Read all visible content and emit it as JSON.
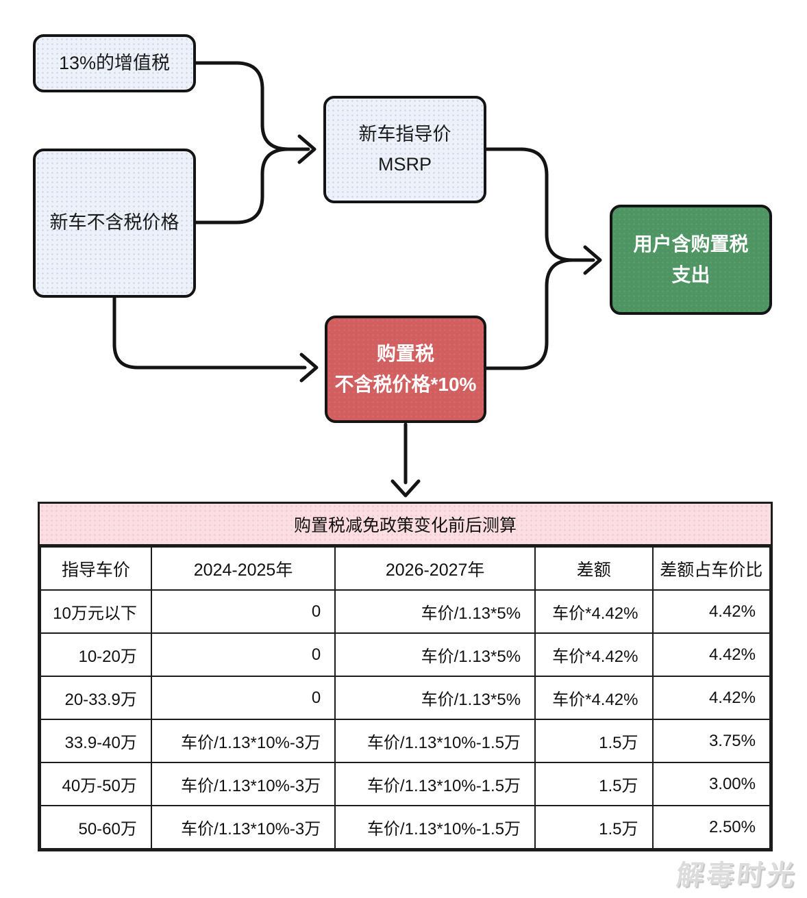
{
  "flow": {
    "vat_box": "13%的增值税",
    "pretax_box": "新车不含税价格",
    "msrp_box": {
      "line1": "新车指导价",
      "line2": "MSRP"
    },
    "tax_box": {
      "line1": "购置税",
      "line2": "不含税价格*10%"
    },
    "total_box": {
      "line1": "用户含购置税",
      "line2": "支出"
    }
  },
  "table": {
    "title": "购置税减免政策变化前后测算",
    "columns": [
      "指导车价",
      "2024-2025年",
      "2026-2027年",
      "差额",
      "差额占车价比"
    ],
    "rows": [
      [
        "10万元以下",
        "0",
        "车价/1.13*5%",
        "车价*4.42%",
        "4.42%"
      ],
      [
        "10-20万",
        "0",
        "车价/1.13*5%",
        "车价*4.42%",
        "4.42%"
      ],
      [
        "20-33.9万",
        "0",
        "车价/1.13*5%",
        "车价*4.42%",
        "4.42%"
      ],
      [
        "33.9-40万",
        "车价/1.13*10%-3万",
        "车价/1.13*10%-1.5万",
        "1.5万",
        "3.75%"
      ],
      [
        "40万-50万",
        "车价/1.13*10%-3万",
        "车价/1.13*10%-1.5万",
        "1.5万",
        "3.00%"
      ],
      [
        "50-60万",
        "车价/1.13*10%-3万",
        "车价/1.13*10%-1.5万",
        "1.5万",
        "2.50%"
      ]
    ]
  },
  "watermark": "解毒时光",
  "colors": {
    "red": "#d25f5f",
    "green": "#4e9563",
    "light": "#edf1f9",
    "pink": "#fbdee2",
    "line": "#141414"
  }
}
